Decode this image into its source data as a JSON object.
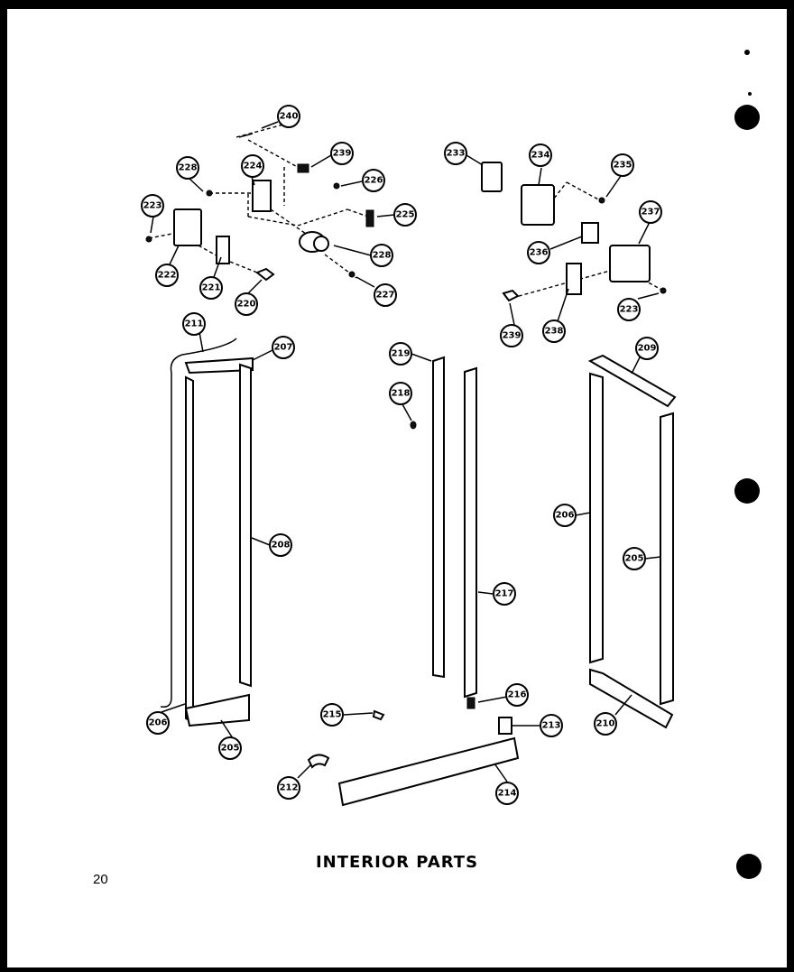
{
  "title": "INTERIOR PARTS",
  "page_number": "20",
  "callouts": {
    "c240": "240",
    "c239a": "239",
    "c228a": "228",
    "c226a": "226",
    "c224": "224",
    "c223a": "223",
    "c225": "225",
    "c222": "222",
    "c228b": "228",
    "c221": "221",
    "c220": "220",
    "c227": "227",
    "c233": "233",
    "c234": "234",
    "c235": "235",
    "c237": "237",
    "c236": "236",
    "c238": "238",
    "c239b": "239",
    "c223b": "223",
    "c211": "211",
    "c207": "207",
    "c208": "208",
    "c206a": "206",
    "c205a": "205",
    "c219": "219",
    "c218": "218",
    "c217": "217",
    "c216": "216",
    "c215": "215",
    "c213": "213",
    "c214": "214",
    "c212": "212",
    "c209": "209",
    "c206b": "206",
    "c205b": "205",
    "c210": "210"
  }
}
